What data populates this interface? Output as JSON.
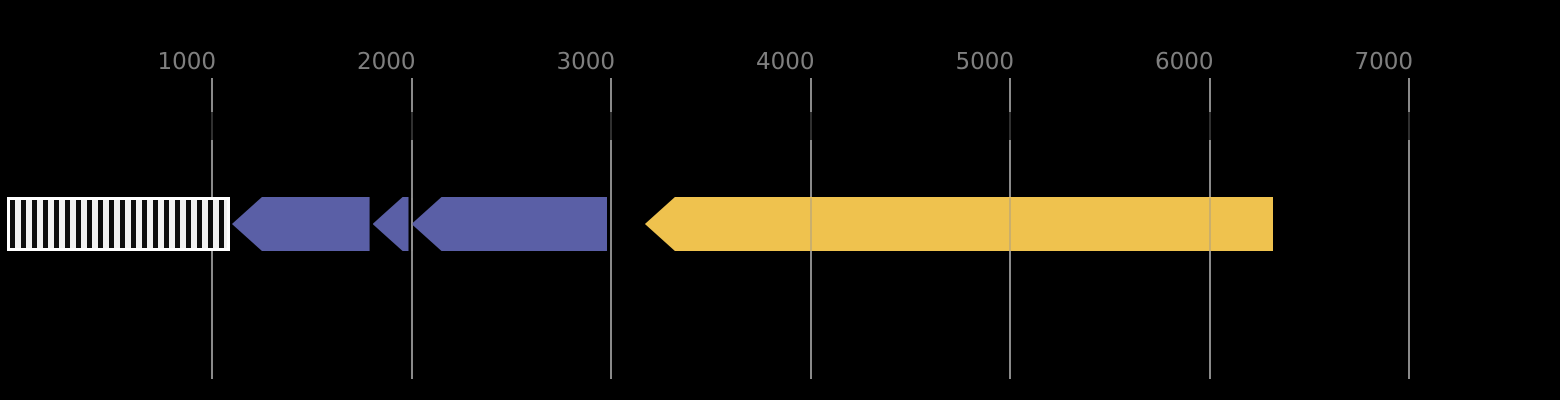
{
  "page": {
    "background_color": "#000000",
    "description": "Genome annotation track with a numeric base-pair ruler and left-pointing gene arrows"
  },
  "chart_data": {
    "type": "gene-arrow-track",
    "title": "",
    "xlabel": "",
    "ylabel": "",
    "legend": null,
    "grid": "vertical-gridlines-on",
    "axis": {
      "tick_values": [
        1000,
        2000,
        3000,
        4000,
        5000,
        6000,
        7000
      ],
      "tick_label_color": "#7f7f7f",
      "gridline_color": "#8a8a8a",
      "x_range_approx": [
        -30,
        7760
      ]
    },
    "features": [
      {
        "id": "feature-hatched",
        "style": "hatched",
        "start": -30,
        "end": 1090,
        "strand": 0,
        "fill": "#f1f1f1",
        "stripe_color": "#0d0d0d",
        "border_color": "#ffffff"
      },
      {
        "id": "gene-1",
        "style": "arrow",
        "start": 1100,
        "end": 1790,
        "strand": -1,
        "color": "#5a5fa6"
      },
      {
        "id": "gene-2",
        "style": "arrow",
        "start": 1805,
        "end": 1985,
        "strand": -1,
        "color": "#5a5fa6"
      },
      {
        "id": "gene-3",
        "style": "arrow",
        "start": 2000,
        "end": 2980,
        "strand": -1,
        "color": "#5a5fa6"
      },
      {
        "id": "gene-4",
        "style": "arrow",
        "start": 3170,
        "end": 6320,
        "strand": -1,
        "color": "#efc24e"
      }
    ]
  }
}
